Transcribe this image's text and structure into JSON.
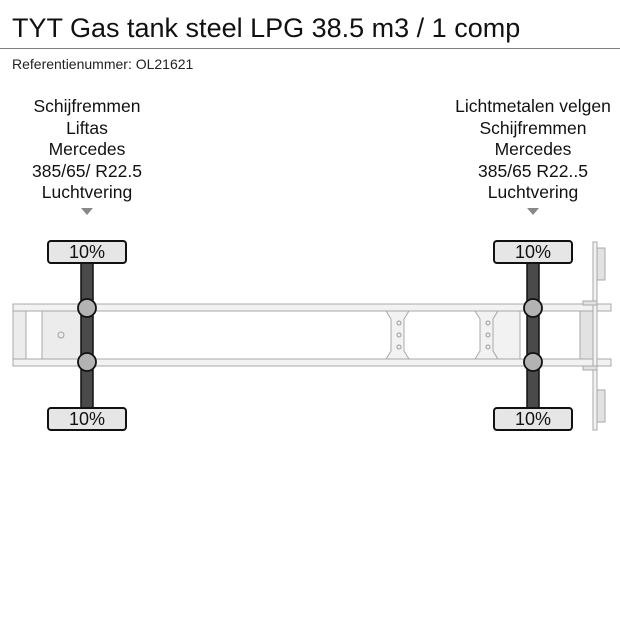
{
  "header": {
    "title": "TYT Gas tank steel LPG 38.5 m3 / 1 comp",
    "reference": "Referentienummer: OL21621"
  },
  "axles": [
    {
      "position": "front",
      "specs": [
        "Schijfremmen",
        "Liftas",
        "Mercedes",
        "385/65/ R22.5",
        "Luchtvering"
      ],
      "wear_top": "10%",
      "wear_bottom": "10%"
    },
    {
      "position": "rear",
      "specs": [
        "Lichtmetalen velgen",
        "Schijfremmen",
        "Mercedes",
        "385/65 R22..5",
        "Luchtvering"
      ],
      "wear_top": "10%",
      "wear_bottom": "10%"
    }
  ],
  "icons": {
    "indicator": "triangle-down-icon"
  },
  "colors": {
    "axle_bar": "#4a4a4a",
    "tire_fill": "#e6e6e6",
    "hub_fill": "#b3b3b3",
    "frame_stroke": "#a8a8a8",
    "frame_fill": "#ececec"
  }
}
